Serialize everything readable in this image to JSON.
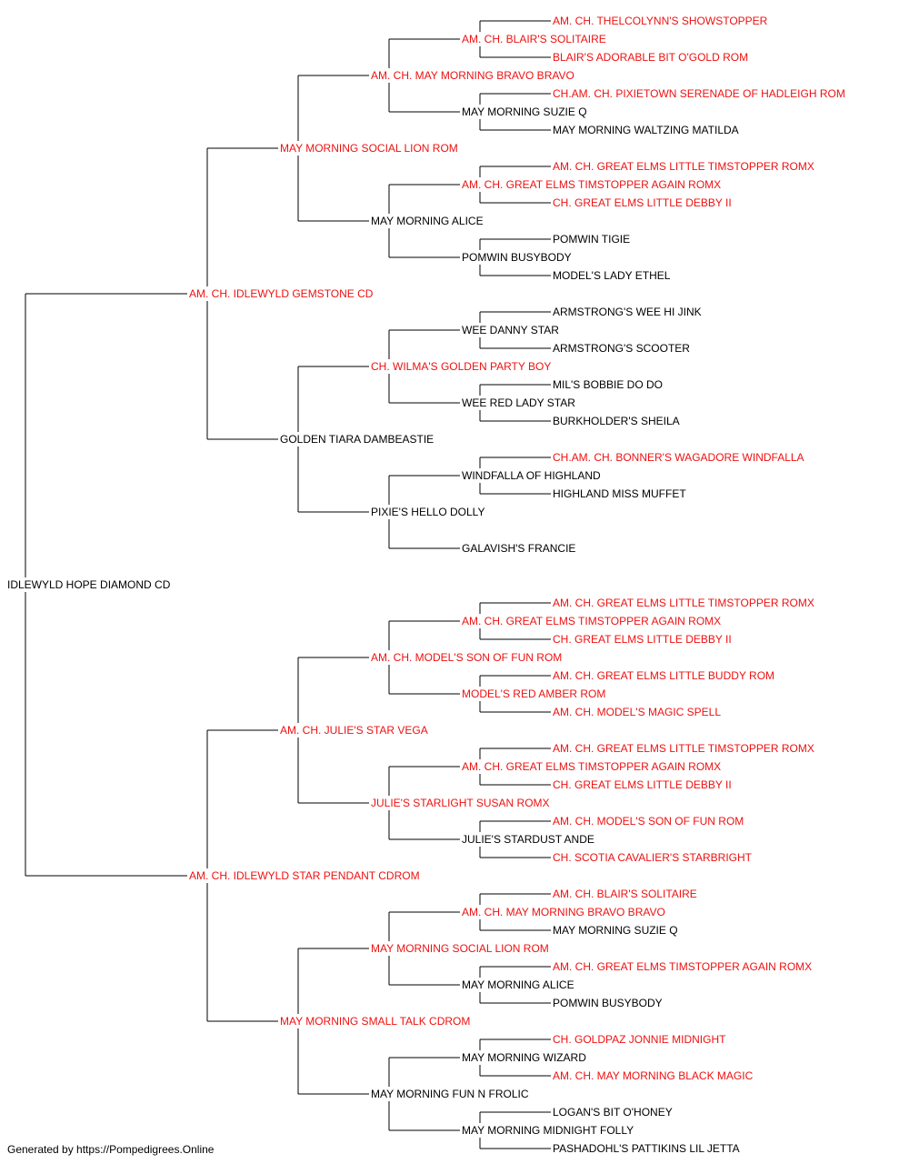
{
  "footer": "Generated by https://Pompedigrees.Online",
  "colors": {
    "champion": "#ee1111",
    "regular": "#000000",
    "line": "#000000"
  },
  "pedigree": {
    "name": "IDLEWYLD HOPE DIAMOND CD",
    "champion": false,
    "sire": {
      "name": "AM. CH. IDLEWYLD GEMSTONE CD",
      "champion": true,
      "sire": {
        "name": "MAY MORNING SOCIAL LION ROM",
        "champion": true,
        "sire": {
          "name": "AM. CH. MAY MORNING BRAVO BRAVO",
          "champion": true,
          "sire": {
            "name": "AM. CH. BLAIR'S SOLITAIRE",
            "champion": true,
            "sire": {
              "name": "AM. CH. THELCOLYNN'S SHOWSTOPPER",
              "champion": true
            },
            "dam": {
              "name": "BLAIR'S ADORABLE BIT O'GOLD ROM",
              "champion": true
            }
          },
          "dam": {
            "name": "MAY MORNING SUZIE Q",
            "champion": false,
            "sire": {
              "name": "CH.AM. CH. PIXIETOWN SERENADE OF HADLEIGH ROM",
              "champion": true
            },
            "dam": {
              "name": "MAY MORNING WALTZING MATILDA",
              "champion": false
            }
          }
        },
        "dam": {
          "name": "MAY MORNING ALICE",
          "champion": false,
          "sire": {
            "name": "AM. CH. GREAT ELMS TIMSTOPPER AGAIN ROMX",
            "champion": true,
            "sire": {
              "name": "AM. CH. GREAT ELMS LITTLE TIMSTOPPER ROMX",
              "champion": true
            },
            "dam": {
              "name": "CH. GREAT ELMS LITTLE DEBBY II",
              "champion": true
            }
          },
          "dam": {
            "name": "POMWIN BUSYBODY",
            "champion": false,
            "sire": {
              "name": "POMWIN TIGIE",
              "champion": false
            },
            "dam": {
              "name": "MODEL'S LADY ETHEL",
              "champion": false
            }
          }
        }
      },
      "dam": {
        "name": "GOLDEN TIARA DAMBEASTIE",
        "champion": false,
        "sire": {
          "name": "CH. WILMA'S GOLDEN PARTY BOY",
          "champion": true,
          "sire": {
            "name": "WEE DANNY STAR",
            "champion": false,
            "sire": {
              "name": "ARMSTRONG'S WEE HI JINK",
              "champion": false
            },
            "dam": {
              "name": "ARMSTRONG'S SCOOTER",
              "champion": false
            }
          },
          "dam": {
            "name": "WEE RED LADY STAR",
            "champion": false,
            "sire": {
              "name": "MIL'S BOBBIE DO DO",
              "champion": false
            },
            "dam": {
              "name": "BURKHOLDER'S SHEILA",
              "champion": false
            }
          }
        },
        "dam": {
          "name": "PIXIE'S HELLO DOLLY",
          "champion": false,
          "sire": {
            "name": "WINDFALLA OF HIGHLAND",
            "champion": false,
            "sire": {
              "name": "CH.AM. CH. BONNER'S WAGADORE WINDFALLA",
              "champion": true
            },
            "dam": {
              "name": "HIGHLAND MISS MUFFET",
              "champion": false
            }
          },
          "dam": {
            "name": "GALAVISH'S FRANCIE",
            "champion": false
          }
        }
      }
    },
    "dam": {
      "name": "AM. CH. IDLEWYLD STAR PENDANT CDROM",
      "champion": true,
      "sire": {
        "name": "AM. CH. JULIE'S STAR VEGA",
        "champion": true,
        "sire": {
          "name": "AM. CH. MODEL'S SON OF FUN ROM",
          "champion": true,
          "sire": {
            "name": "AM. CH. GREAT ELMS TIMSTOPPER AGAIN ROMX",
            "champion": true,
            "sire": {
              "name": "AM. CH. GREAT ELMS LITTLE TIMSTOPPER ROMX",
              "champion": true
            },
            "dam": {
              "name": "CH. GREAT ELMS LITTLE DEBBY II",
              "champion": true
            }
          },
          "dam": {
            "name": "MODEL'S RED AMBER ROM",
            "champion": true,
            "sire": {
              "name": "AM. CH. GREAT ELMS LITTLE BUDDY ROM",
              "champion": true
            },
            "dam": {
              "name": "AM. CH. MODEL'S MAGIC SPELL",
              "champion": true
            }
          }
        },
        "dam": {
          "name": "JULIE'S STARLIGHT SUSAN ROMX",
          "champion": true,
          "sire": {
            "name": "AM. CH. GREAT ELMS TIMSTOPPER AGAIN ROMX",
            "champion": true,
            "sire": {
              "name": "AM. CH. GREAT ELMS LITTLE TIMSTOPPER ROMX",
              "champion": true
            },
            "dam": {
              "name": "CH. GREAT ELMS LITTLE DEBBY II",
              "champion": true
            }
          },
          "dam": {
            "name": "JULIE'S STARDUST ANDE",
            "champion": false,
            "sire": {
              "name": "AM. CH. MODEL'S SON OF FUN ROM",
              "champion": true
            },
            "dam": {
              "name": "CH. SCOTIA CAVALIER'S STARBRIGHT",
              "champion": true
            }
          }
        }
      },
      "dam": {
        "name": "MAY MORNING SMALL TALK CDROM",
        "champion": true,
        "sire": {
          "name": "MAY MORNING SOCIAL LION ROM",
          "champion": true,
          "sire": {
            "name": "AM. CH. MAY MORNING BRAVO BRAVO",
            "champion": true,
            "sire": {
              "name": "AM. CH. BLAIR'S SOLITAIRE",
              "champion": true
            },
            "dam": {
              "name": "MAY MORNING SUZIE Q",
              "champion": false
            }
          },
          "dam": {
            "name": "MAY MORNING ALICE",
            "champion": false,
            "sire": {
              "name": "AM. CH. GREAT ELMS TIMSTOPPER AGAIN ROMX",
              "champion": true
            },
            "dam": {
              "name": "POMWIN BUSYBODY",
              "champion": false
            }
          }
        },
        "dam": {
          "name": "MAY MORNING FUN N FROLIC",
          "champion": false,
          "sire": {
            "name": "MAY MORNING WIZARD",
            "champion": false,
            "sire": {
              "name": "CH. GOLDPAZ JONNIE MIDNIGHT",
              "champion": true
            },
            "dam": {
              "name": "AM. CH. MAY MORNING BLACK MAGIC",
              "champion": true
            }
          },
          "dam": {
            "name": "MAY MORNING MIDNIGHT FOLLY",
            "champion": false,
            "sire": {
              "name": "LOGAN'S BIT O'HONEY",
              "champion": false
            },
            "dam": {
              "name": "PASHADOHL'S PATTIKINS LIL JETTA",
              "champion": false
            }
          }
        }
      }
    }
  }
}
